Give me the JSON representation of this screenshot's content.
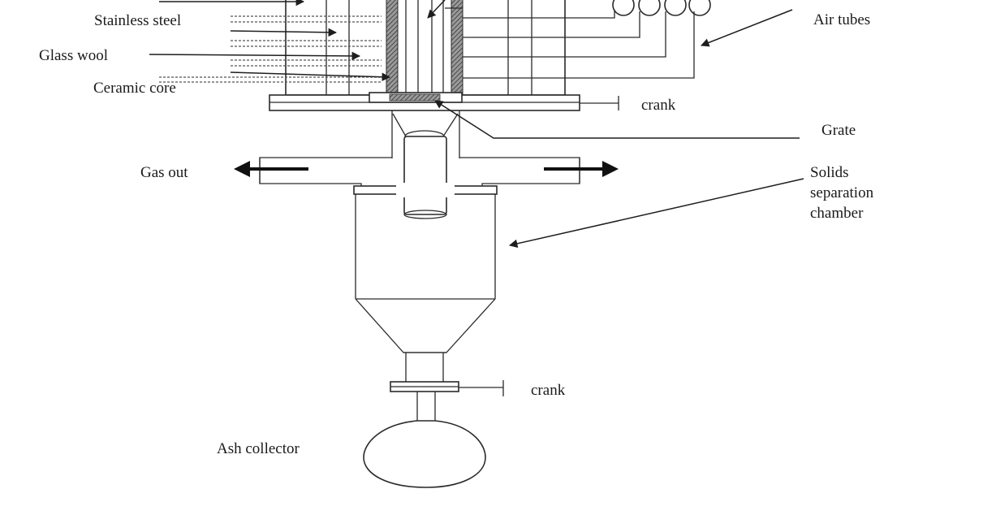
{
  "labels": {
    "stainless_steel": "Stainless steel",
    "glass_wool": "Glass wool",
    "ceramic_core": "Ceramic core",
    "air_tubes": "Air tubes",
    "crank_top": "crank",
    "grate": "Grate",
    "gas_out": "Gas out",
    "solids_separation": [
      "Solids",
      "separation",
      "chamber"
    ],
    "crank_bottom": "crank",
    "ash_collector": "Ash collector"
  },
  "colors": {
    "line": "#2a2a2a",
    "text": "#1a1a1a",
    "hatch": "#555555",
    "background": "#ffffff"
  }
}
